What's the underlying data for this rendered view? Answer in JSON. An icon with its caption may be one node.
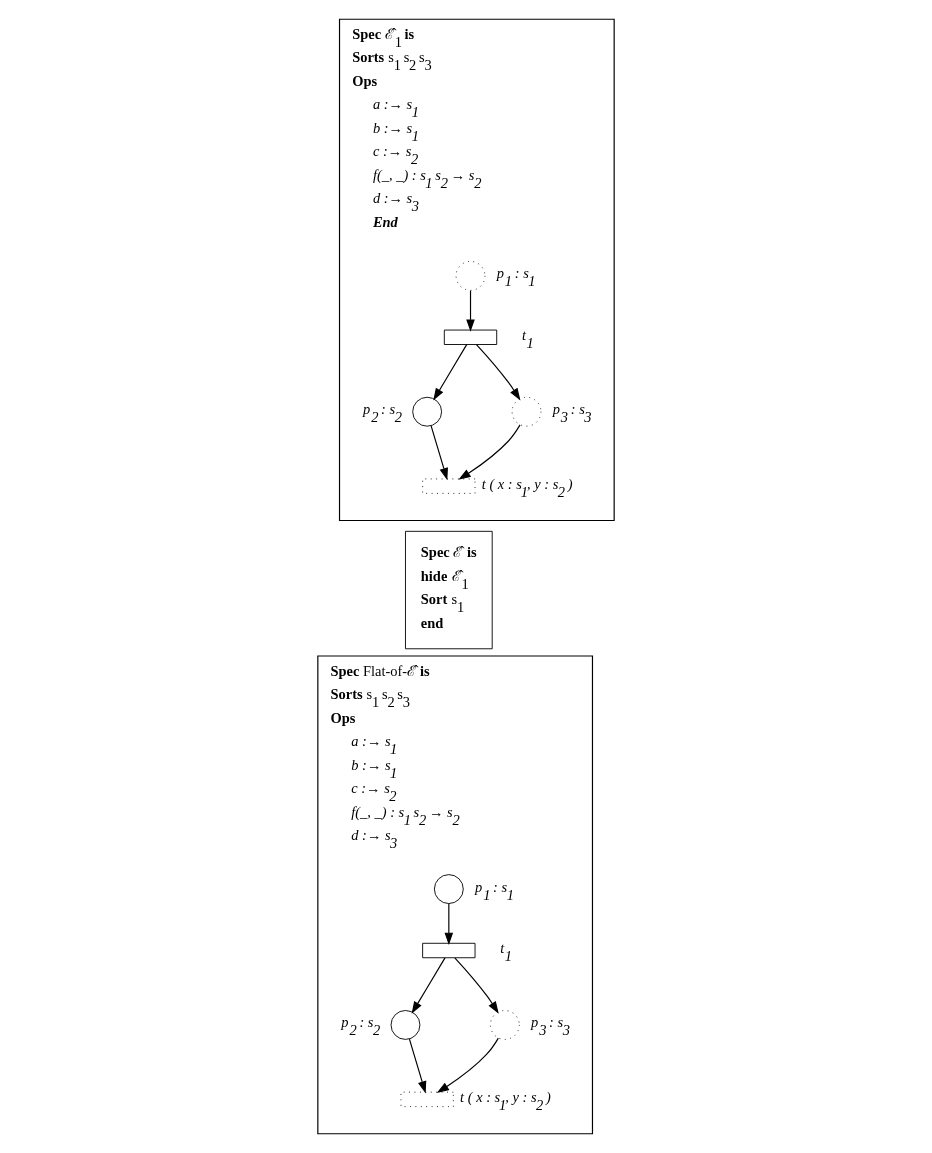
{
  "diagram": {
    "nodes": [
      {
        "text": [
          "**Spec** ℰ̂$_{1}$ **is**",
          "**Sorts** s$_{1}$ s$_{2}$ s$_{3}$",
          "**Ops**",
          "a :→ s$_{1}$",
          "b :→ s$_{1}$",
          "c :→ s$_{2}$",
          "f(_, _) : s$_{1}$ s$_{2}$ → s$_{2}$",
          "d :→ s$_{3}$",
          "**End**"
        ]
      },
      {
        "text": [],
        "shape": "circle",
        "in": 0,
        "beside": [
          "p$_{1}$ : s$_{1}$"
        ]
      },
      {
        "text": [],
        "shape": "box",
        "in": 0,
        "beside": [
          "t$_{1}$"
        ]
      },
      {
        "text": [],
        "shape": "circle",
        "in": 0,
        "beside": [
          "p$_{2}$ : s$_{2}$"
        ]
      },
      {
        "text": [],
        "shape": "circle",
        "in": 0,
        "beside": [
          "p$_{3}$ : s$_{3}$"
        ]
      },
      {
        "text": [],
        "shape": "box",
        "in": 0,
        "beside": [
          "t ( x : s$_{1}$, y : s$_{2}$ )"
        ]
      },
      {
        "text": [
          "**Spec** ℰ̂ **is**",
          "**hide** ℰ̂$_{1}$",
          "**Sort** s$_{1}$",
          "**end**"
        ]
      },
      {
        "text": [
          "**Spec** Flat-of-ℰ̂ **is**",
          "**Sorts** s$_{1}$ s$_{2}$ s$_{3}$",
          "**Ops**",
          "a :→ s$_{1}$",
          "b :→ s$_{1}$",
          "c :→ s$_{2}$",
          "f(_, _) : s$_{1}$ s$_{2}$ → s$_{2}$",
          "d :→ s$_{3}$"
        ]
      },
      {
        "text": [],
        "shape": "circle",
        "in": 7,
        "beside": [
          "p$_{1}$ : s$_{1}$"
        ]
      },
      {
        "text": [],
        "shape": "box",
        "in": 7,
        "beside": [
          "t$_{1}$"
        ]
      },
      {
        "text": [],
        "shape": "circle",
        "in": 7,
        "beside": [
          "p$_{2}$ : s$_{2}$"
        ]
      },
      {
        "text": [],
        "shape": "circle",
        "in": 7,
        "beside": [
          "p$_{3}$ : s$_{3}$"
        ]
      },
      {
        "text": [],
        "shape": "box",
        "in": 7,
        "beside": [
          "t ( x : s$_{1}$, y : s$_{2}$ )"
        ]
      }
    ],
    "edges": [
      {
        "from": 1,
        "to": 2,
        "arrow": "to"
      },
      {
        "from": 2,
        "to": 3,
        "arrow": "to"
      },
      {
        "from": 2,
        "to": 4,
        "arrow": "to"
      },
      {
        "from": 3,
        "to": 5,
        "arrow": "to"
      },
      {
        "from": 4,
        "to": 5,
        "arrow": "to"
      },
      {
        "from": 8,
        "to": 9,
        "arrow": "to"
      },
      {
        "from": 9,
        "to": 10,
        "arrow": "to"
      },
      {
        "from": 9,
        "to": 11,
        "arrow": "to"
      },
      {
        "from": 10,
        "to": 12,
        "arrow": "to"
      },
      {
        "from": 11,
        "to": 12,
        "arrow": "to"
      }
    ]
  }
}
